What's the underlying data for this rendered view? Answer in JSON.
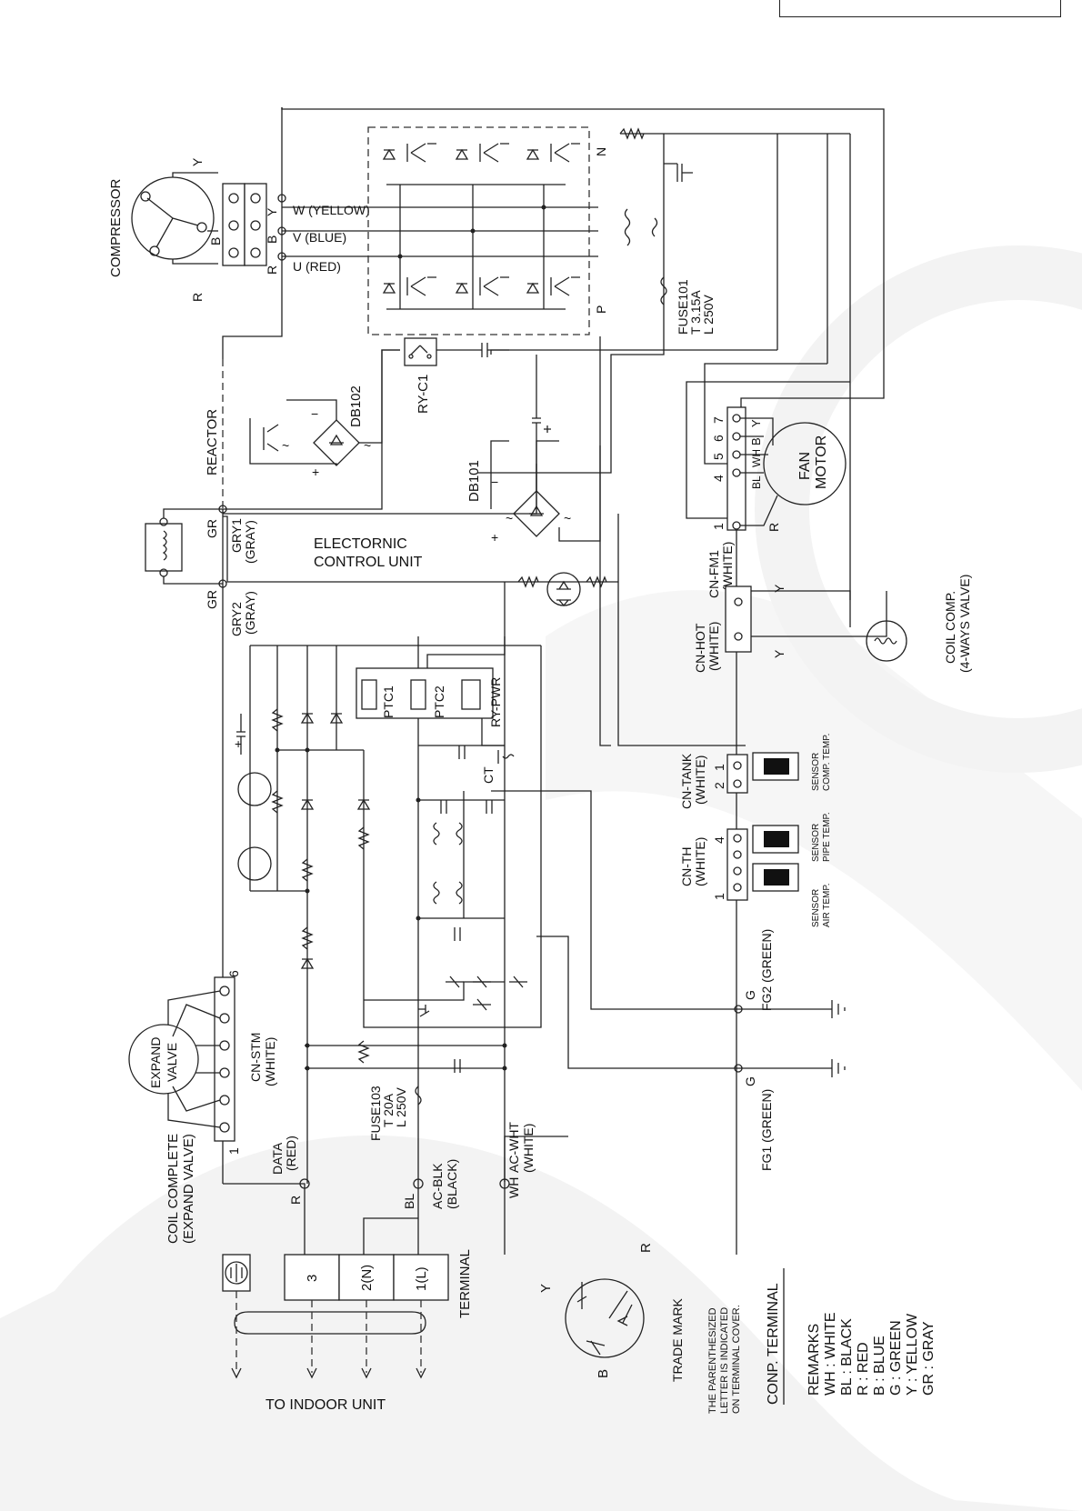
{
  "header": {
    "box": ""
  },
  "compressor": {
    "title": "COMPRESSOR",
    "ltr_y": "Y",
    "ltr_b": "B",
    "ltr_r": "R",
    "w_label": "W (YELLOW)",
    "v_label": "V (BLUE)",
    "u_label": "U (RED)",
    "pin_y": "Y",
    "pin_b": "B",
    "pin_r": "R"
  },
  "inverter": {
    "n": "N",
    "p": "P"
  },
  "fuse101": {
    "name": "FUSE101",
    "rating": "T 3.15A",
    "voltage": "L 250V"
  },
  "reactor": {
    "label": "REACTOR",
    "gr1": "GR",
    "gr2": "GR",
    "gry1": "GRY1",
    "gray1": "(GRAY)",
    "gry2": "GRY2",
    "gray2": "(GRAY)"
  },
  "db102": {
    "label": "DB102",
    "minus": "−",
    "plus": "+",
    "ac1": "~",
    "ac2": "~"
  },
  "db101": {
    "label": "DB101",
    "minus": "−",
    "plus": "+",
    "ac1": "~",
    "ac2": "~"
  },
  "ry_c1": {
    "label": "RY-C1"
  },
  "ecu": {
    "line1": "ELECTORNIC",
    "line2": "CONTROL UNIT"
  },
  "fan_motor": {
    "line1": "FAN",
    "line2": "MOTOR",
    "pins": [
      "1",
      "4",
      "5",
      "6",
      "7"
    ],
    "wires": [
      "BL",
      "WH",
      "B",
      "Y"
    ],
    "r": "R"
  },
  "cn_fm1": {
    "name": "CN-FM1",
    "color": "(WHITE)"
  },
  "cn_hot": {
    "name": "CN-HOT",
    "color": "(WHITE)",
    "y1": "Y",
    "y2": "Y"
  },
  "coil_comp": {
    "line1": "COIL COMP.",
    "line2": "(4-WAYS VALVE)"
  },
  "ptc": {
    "ptc1": "PTC1",
    "ptc2": "PTC2",
    "ry_pwr": "RY-PWR",
    "ct": "CT"
  },
  "cn_tank": {
    "name": "CN-TANK",
    "color": "(WHITE)",
    "p1": "1",
    "p2": "2",
    "sensor1": "SENSOR",
    "sensor2": "COMP. TEMP."
  },
  "cn_th": {
    "name": "CN-TH",
    "color": "(WHITE)",
    "p1": "1",
    "p4": "4",
    "s_air1": "SENSOR",
    "s_air2": "AIR TEMP.",
    "s_pipe1": "SENSOR",
    "s_pipe2": "PIPE TEMP."
  },
  "fg2": {
    "g": "G",
    "label": "FG2 (GREEN)"
  },
  "fg1": {
    "g": "G",
    "label": "FG1 (GREEN)"
  },
  "expand_valve": {
    "line1": "EXPAND",
    "line2": "VALVE",
    "conn": "CN-STM",
    "color": "(WHITE)",
    "p6": "6",
    "p1": "1"
  },
  "coil_complete": {
    "line1": "COIL COMPLETE",
    "line2": "(EXPAND VALVE)"
  },
  "fuse103": {
    "name": "FUSE103",
    "rating": "T 20A",
    "voltage": "L 250V"
  },
  "wires": {
    "data1": "DATA",
    "data2": "(RED)",
    "acblk1": "AC-BLK",
    "acblk2": "(BLACK)",
    "acwht1": "AC-WHT",
    "acwht2": "(WHITE)",
    "wh": "WH",
    "r": "R",
    "bl": "BL"
  },
  "terminal": {
    "label": "TERMINAL",
    "t3": "3",
    "t2": "2(N)",
    "t1": "1(L)",
    "to_indoor": "TO INDOOR UNIT"
  },
  "trade_mark": {
    "label": "TRADE MARK",
    "y": "Y",
    "r": "R",
    "b": "B",
    "note1": "THE PARENTHESIZED",
    "note2": "LETTER IS INDICATED",
    "note3": "ON TERMINAL COVER.",
    "conp": "CONP. TERMINAL"
  },
  "remarks": {
    "title": "REMARKS",
    "items": [
      "WH : WHITE",
      "BL : BLACK",
      "R   : RED",
      "B   : BLUE",
      "G   : GREEN",
      "Y   : YELLOW",
      "GR : GRAY"
    ]
  }
}
